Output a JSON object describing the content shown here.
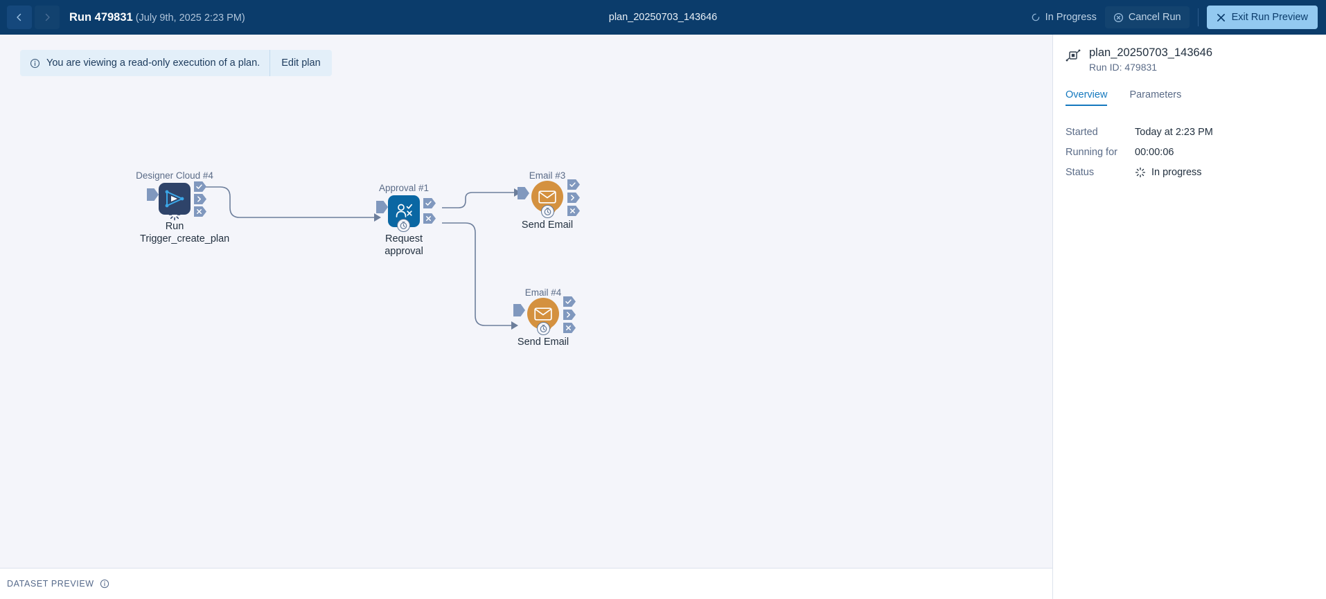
{
  "header": {
    "back_icon": "chevron-left-icon",
    "forward_icon": "chevron-right-icon",
    "run_label": "Run 479831",
    "run_date": "(July 9th, 2025 2:23 PM)",
    "plan_name": "plan_20250703_143646",
    "status_label": "In Progress",
    "status_icon": "spinner-icon",
    "cancel_label": "Cancel Run",
    "cancel_icon": "cancel-circle-icon",
    "exit_label": "Exit Run Preview",
    "exit_icon": "close-x-icon"
  },
  "banner": {
    "icon": "info-circle-icon",
    "message": "You are viewing a read-only execution of a plan.",
    "action_label": "Edit plan"
  },
  "flow": {
    "nodes": [
      {
        "id": "designer-cloud-4",
        "tag": "Designer Cloud #4",
        "caption": "Run Trigger_create_plan",
        "icon": "designer-cloud-play-icon",
        "color": "#2E4369",
        "badge": "running-spinner-badge",
        "ports": [
          "success-port",
          "chevron-port",
          "error-port"
        ]
      },
      {
        "id": "approval-1",
        "tag": "Approval #1",
        "caption": "Request approval",
        "icon": "user-approval-icon",
        "color": "#0A67A3",
        "badge": "waiting-clock-badge",
        "ports": [
          "success-port",
          "error-port"
        ]
      },
      {
        "id": "email-3",
        "tag": "Email #3",
        "caption": "Send Email",
        "icon": "envelope-icon",
        "color": "#D4913F",
        "badge": "waiting-clock-badge",
        "ports": [
          "success-port",
          "chevron-port",
          "error-port"
        ]
      },
      {
        "id": "email-4",
        "tag": "Email #4",
        "caption": "Send Email",
        "icon": "envelope-icon",
        "color": "#D4913F",
        "badge": "waiting-clock-badge",
        "ports": [
          "success-port",
          "chevron-port",
          "error-port"
        ]
      }
    ]
  },
  "panel": {
    "icon": "plan-node-icon",
    "title": "plan_20250703_143646",
    "subtitle": "Run ID: 479831",
    "tabs": [
      {
        "label": "Overview",
        "active": true
      },
      {
        "label": "Parameters",
        "active": false
      }
    ],
    "details": [
      {
        "label": "Started",
        "value": "Today at 2:23 PM"
      },
      {
        "label": "Running for",
        "value": "00:00:06"
      },
      {
        "label": "Status",
        "value": "In progress",
        "icon": "spinner-icon"
      }
    ]
  },
  "bottom": {
    "label": "DATASET PREVIEW",
    "info_icon": "info-circle-icon"
  },
  "colors": {
    "header_bg": "#0B3C6B",
    "canvas_bg": "#F4F5FA",
    "accent": "#1478BE",
    "designer_node": "#2E4369",
    "approval_node": "#0A67A3",
    "email_node": "#D4913F",
    "port": "#8098BE",
    "wire": "#6C7E9B"
  }
}
